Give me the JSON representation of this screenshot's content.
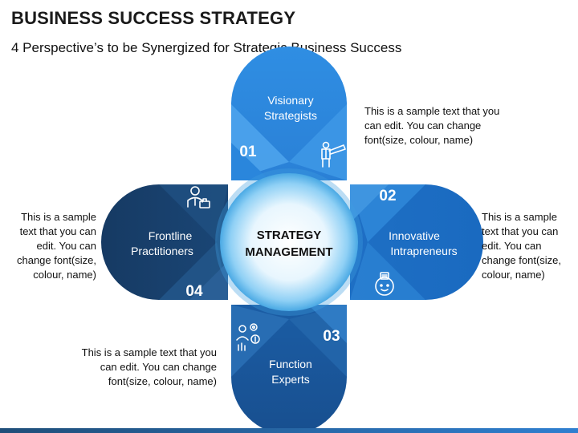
{
  "title": "BUSINESS SUCCESS STRATEGY",
  "subtitle": "4 Perspective’s to be Synergized for Strategic Business Success",
  "center": {
    "line1": "STRATEGY",
    "line2": "MANAGEMENT"
  },
  "petals": [
    {
      "number": "01",
      "label_line1": "Visionary",
      "label_line2": "Strategists",
      "icon": "telescope-person-icon",
      "color": "#2e8be0",
      "description": [
        "This is a sample text that you",
        "can edit. You can change",
        "font(size, colour, name)"
      ]
    },
    {
      "number": "02",
      "label_line1": "Innovative",
      "label_line2": "Intrapreneurs",
      "icon": "idea-head-icon",
      "color": "#1f76cc",
      "description": [
        "This is a sample",
        "text that you can",
        "edit. You can",
        "change font(size,",
        "colour, name)"
      ]
    },
    {
      "number": "03",
      "label_line1": "Function",
      "label_line2": "Experts",
      "icon": "expert-gears-icon",
      "color": "#1a5ea6",
      "description": [
        "This is a sample text that you",
        "can edit. You can change",
        "font(size, colour, name)"
      ]
    },
    {
      "number": "04",
      "label_line1": "Frontline",
      "label_line2": "Practitioners",
      "icon": "businessman-briefcase-icon",
      "color": "#173f6b",
      "description": [
        "This is a sample",
        "text that you can",
        "edit. You can",
        "change font(size,",
        "colour, name)"
      ]
    }
  ]
}
